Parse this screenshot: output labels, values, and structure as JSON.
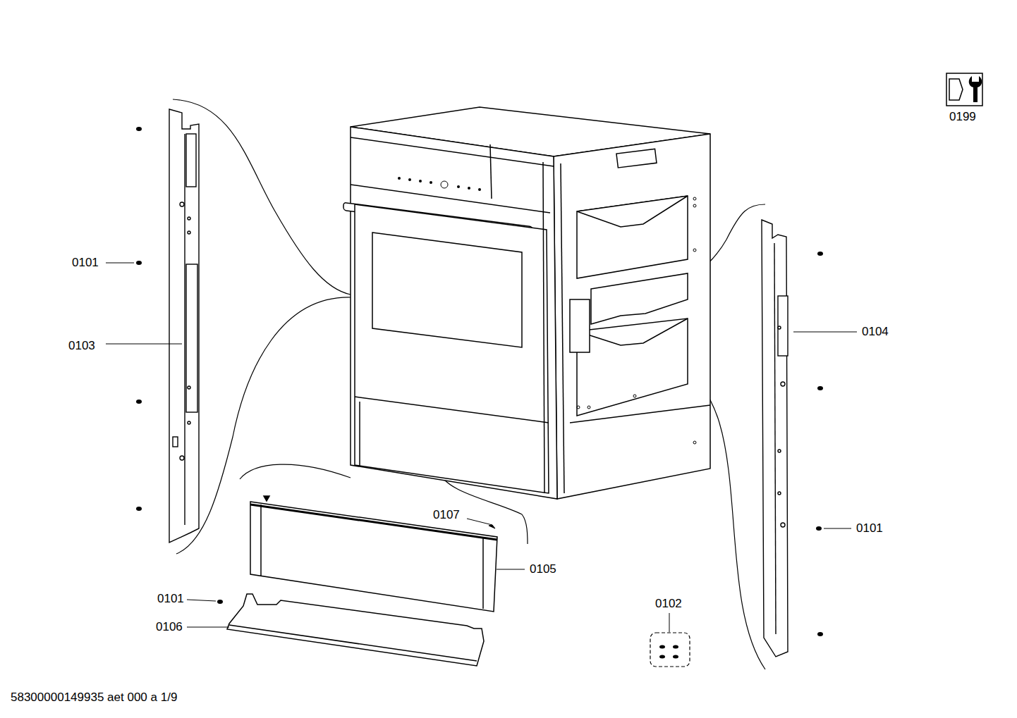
{
  "diagram": {
    "labels": [
      "0199",
      "0101",
      "0103",
      "0104",
      "0107",
      "0101",
      "0105",
      "0102",
      "0101",
      "0106",
      "58300000149935 aet 000 a 1/9"
    ]
  }
}
